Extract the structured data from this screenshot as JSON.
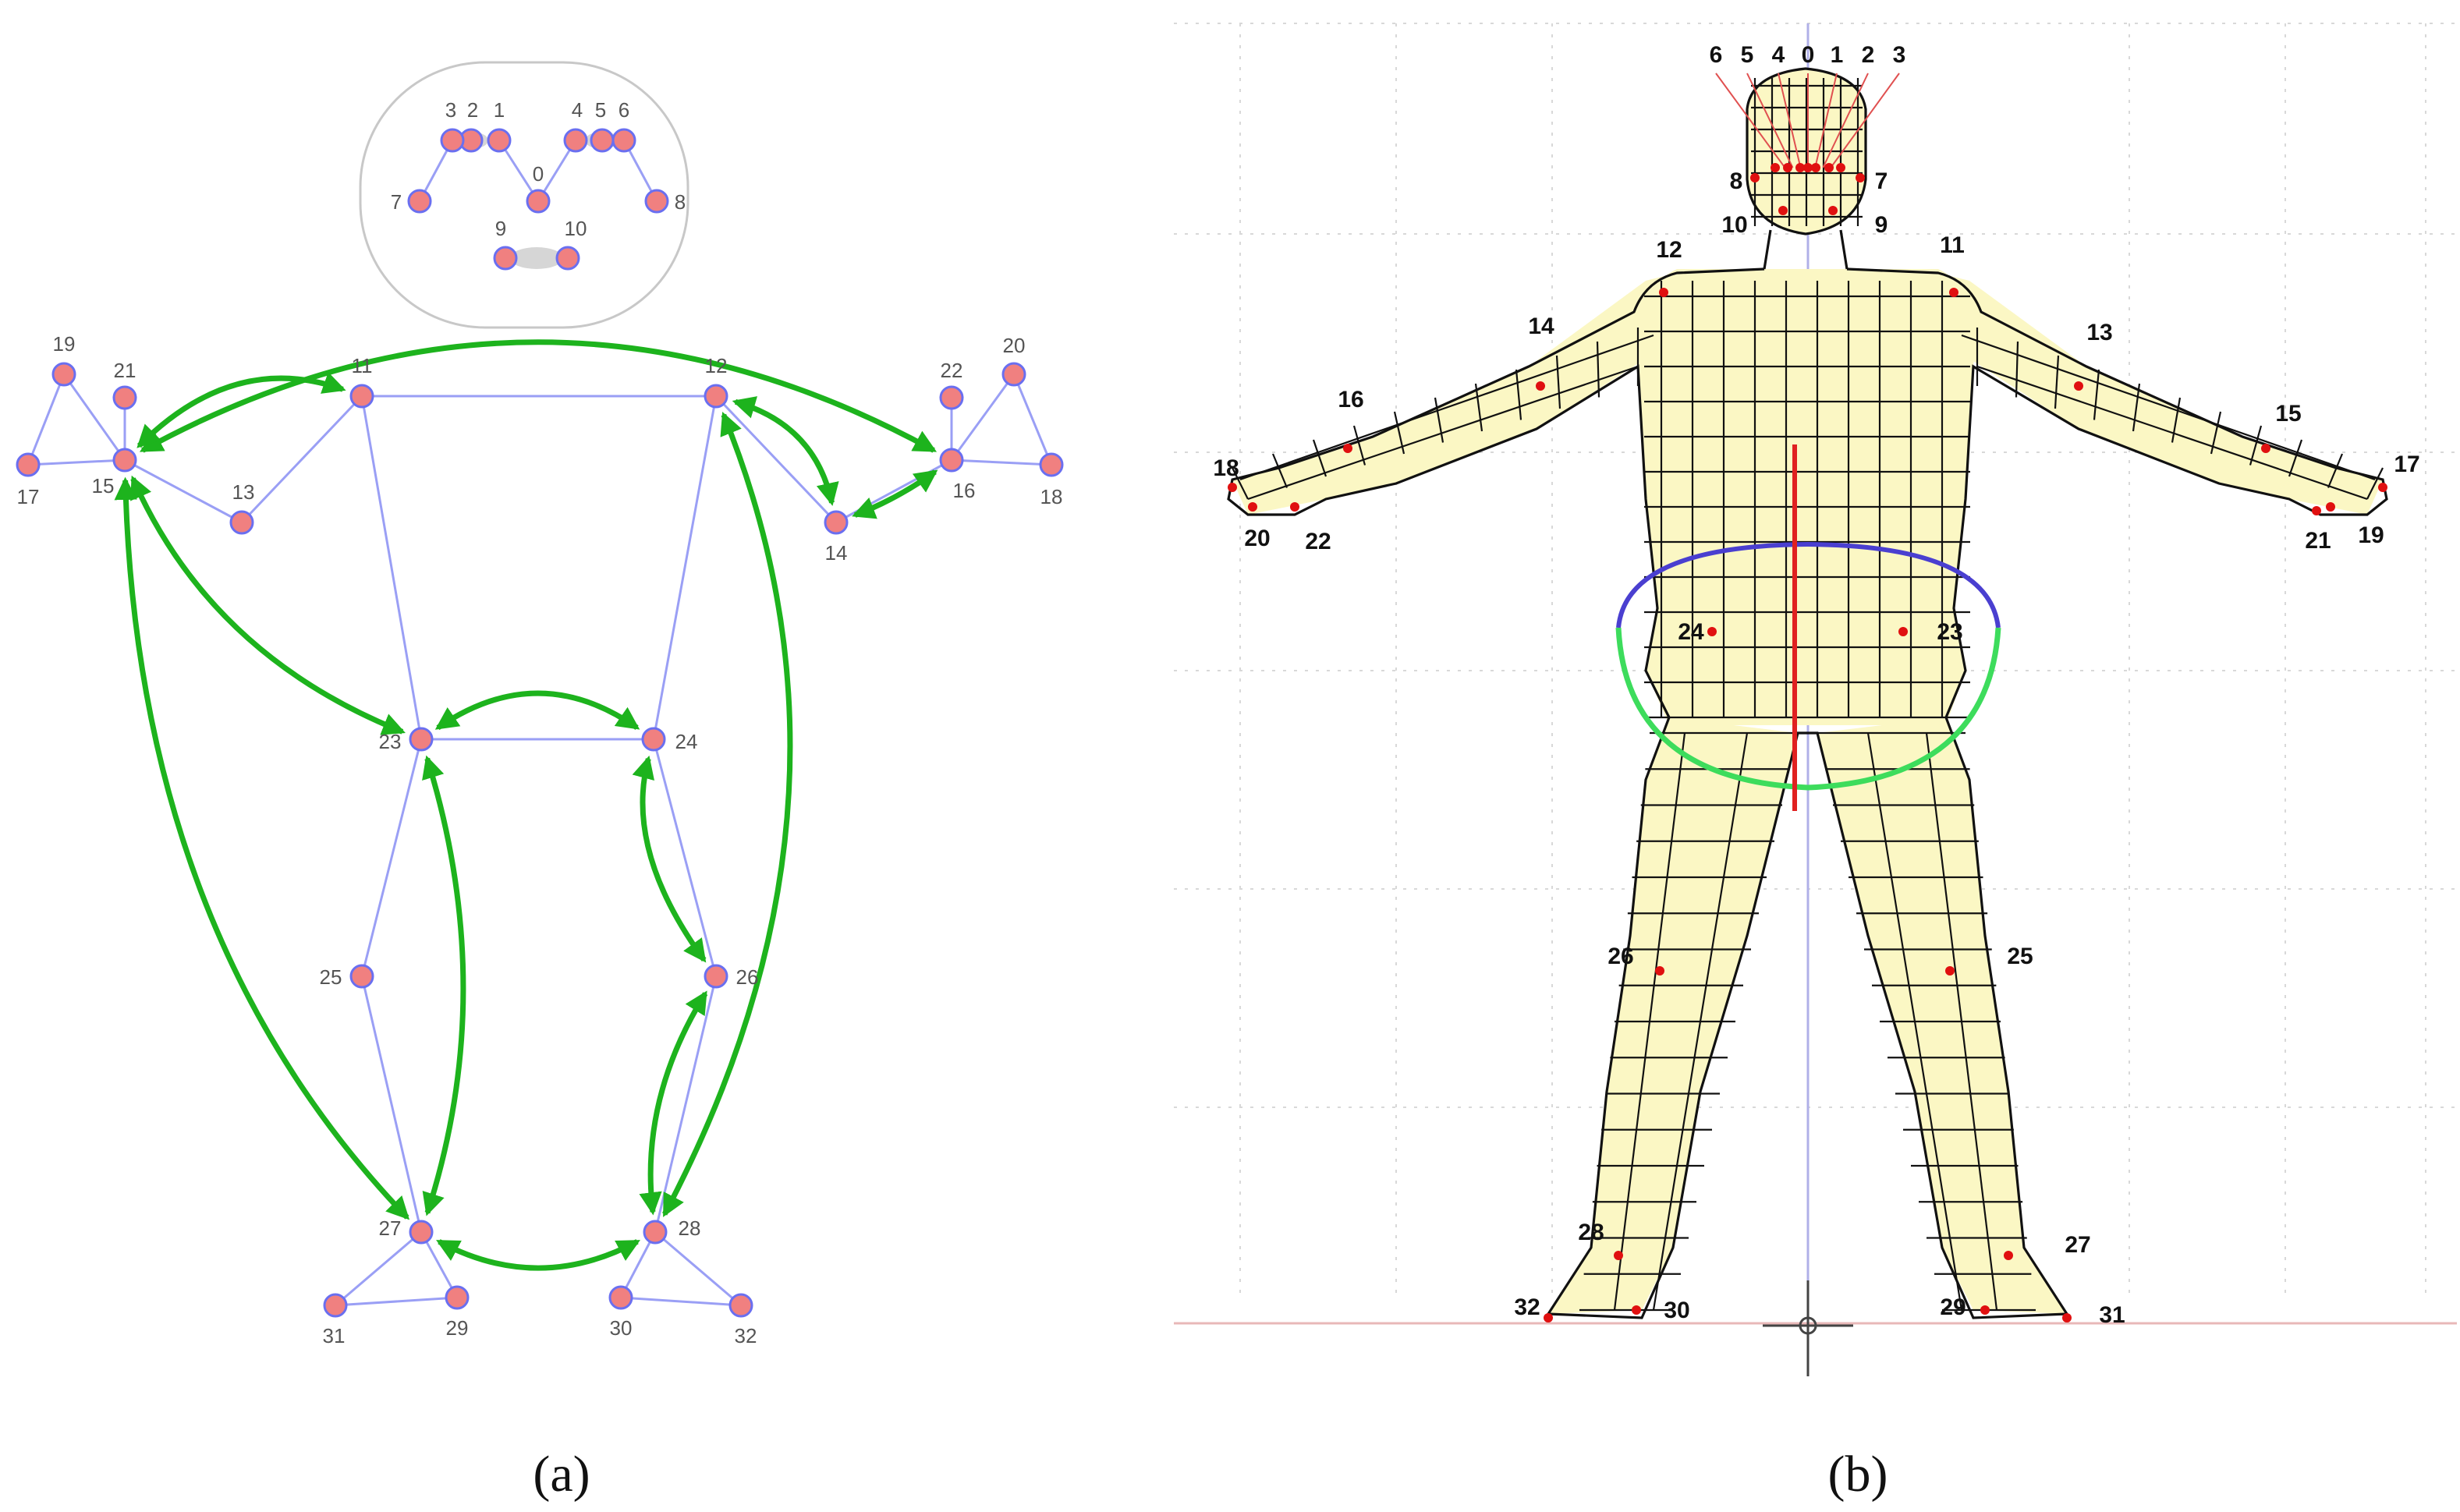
{
  "colors": {
    "skeleton_line": "#9a9ff5",
    "joint_fill": "#f08080",
    "joint_stroke": "#6a6ff0",
    "arrow": "#1db31d",
    "head_outline": "#c8c8c8",
    "mesh": "#111111",
    "landmark_dot": "#e01010",
    "pelvis_ring_top": "#4a3fd0",
    "pelvis_ring_bottom": "#3ddc5c",
    "spine_line": "#e02020"
  },
  "panel_a": {
    "caption": "(a)",
    "landmarks": [
      {
        "id": "0",
        "label": "0"
      },
      {
        "id": "1",
        "label": "1"
      },
      {
        "id": "2",
        "label": "2"
      },
      {
        "id": "3",
        "label": "3"
      },
      {
        "id": "4",
        "label": "4"
      },
      {
        "id": "5",
        "label": "5"
      },
      {
        "id": "6",
        "label": "6"
      },
      {
        "id": "7",
        "label": "7"
      },
      {
        "id": "8",
        "label": "8"
      },
      {
        "id": "9",
        "label": "9"
      },
      {
        "id": "10",
        "label": "10"
      },
      {
        "id": "11",
        "label": "11"
      },
      {
        "id": "12",
        "label": "12"
      },
      {
        "id": "13",
        "label": "13"
      },
      {
        "id": "14",
        "label": "14"
      },
      {
        "id": "15",
        "label": "15"
      },
      {
        "id": "16",
        "label": "16"
      },
      {
        "id": "17",
        "label": "17"
      },
      {
        "id": "18",
        "label": "18"
      },
      {
        "id": "19",
        "label": "19"
      },
      {
        "id": "20",
        "label": "20"
      },
      {
        "id": "21",
        "label": "21"
      },
      {
        "id": "22",
        "label": "22"
      },
      {
        "id": "23",
        "label": "23"
      },
      {
        "id": "24",
        "label": "24"
      },
      {
        "id": "25",
        "label": "25"
      },
      {
        "id": "26",
        "label": "26"
      },
      {
        "id": "27",
        "label": "27"
      },
      {
        "id": "28",
        "label": "28"
      },
      {
        "id": "29",
        "label": "29"
      },
      {
        "id": "30",
        "label": "30"
      },
      {
        "id": "31",
        "label": "31"
      },
      {
        "id": "32",
        "label": "32"
      }
    ],
    "connections": [
      [
        "0",
        "1"
      ],
      [
        "1",
        "2"
      ],
      [
        "2",
        "3"
      ],
      [
        "3",
        "7"
      ],
      [
        "0",
        "4"
      ],
      [
        "4",
        "5"
      ],
      [
        "5",
        "6"
      ],
      [
        "6",
        "8"
      ],
      [
        "9",
        "10"
      ],
      [
        "11",
        "12"
      ],
      [
        "11",
        "13"
      ],
      [
        "13",
        "15"
      ],
      [
        "15",
        "17"
      ],
      [
        "15",
        "19"
      ],
      [
        "17",
        "19"
      ],
      [
        "15",
        "21"
      ],
      [
        "12",
        "14"
      ],
      [
        "14",
        "16"
      ],
      [
        "16",
        "18"
      ],
      [
        "16",
        "20"
      ],
      [
        "18",
        "20"
      ],
      [
        "16",
        "22"
      ],
      [
        "11",
        "23"
      ],
      [
        "12",
        "24"
      ],
      [
        "23",
        "24"
      ],
      [
        "23",
        "25"
      ],
      [
        "25",
        "27"
      ],
      [
        "24",
        "26"
      ],
      [
        "26",
        "28"
      ],
      [
        "27",
        "29"
      ],
      [
        "27",
        "31"
      ],
      [
        "29",
        "31"
      ],
      [
        "28",
        "30"
      ],
      [
        "28",
        "32"
      ],
      [
        "30",
        "32"
      ]
    ],
    "correspondences": [
      [
        "15",
        "16"
      ],
      [
        "11",
        "15"
      ],
      [
        "12",
        "14"
      ],
      [
        "14",
        "16"
      ],
      [
        "15",
        "23"
      ],
      [
        "15",
        "27"
      ],
      [
        "23",
        "24"
      ],
      [
        "23",
        "27"
      ],
      [
        "24",
        "26"
      ],
      [
        "26",
        "28"
      ],
      [
        "12",
        "28"
      ],
      [
        "27",
        "28"
      ]
    ]
  },
  "panel_b": {
    "caption": "(b)",
    "landmarks": [
      {
        "id": "0",
        "label": "0"
      },
      {
        "id": "1",
        "label": "1"
      },
      {
        "id": "2",
        "label": "2"
      },
      {
        "id": "3",
        "label": "3"
      },
      {
        "id": "4",
        "label": "4"
      },
      {
        "id": "5",
        "label": "5"
      },
      {
        "id": "6",
        "label": "6"
      },
      {
        "id": "7",
        "label": "7"
      },
      {
        "id": "8",
        "label": "8"
      },
      {
        "id": "9",
        "label": "9"
      },
      {
        "id": "10",
        "label": "10"
      },
      {
        "id": "11",
        "label": "11"
      },
      {
        "id": "12",
        "label": "12"
      },
      {
        "id": "13",
        "label": "13"
      },
      {
        "id": "14",
        "label": "14"
      },
      {
        "id": "15",
        "label": "15"
      },
      {
        "id": "16",
        "label": "16"
      },
      {
        "id": "17",
        "label": "17"
      },
      {
        "id": "18",
        "label": "18"
      },
      {
        "id": "19",
        "label": "19"
      },
      {
        "id": "20",
        "label": "20"
      },
      {
        "id": "21",
        "label": "21"
      },
      {
        "id": "22",
        "label": "22"
      },
      {
        "id": "23",
        "label": "23"
      },
      {
        "id": "24",
        "label": "24"
      },
      {
        "id": "25",
        "label": "25"
      },
      {
        "id": "26",
        "label": "26"
      },
      {
        "id": "27",
        "label": "27"
      },
      {
        "id": "28",
        "label": "28"
      },
      {
        "id": "29",
        "label": "29"
      },
      {
        "id": "30",
        "label": "30"
      },
      {
        "id": "31",
        "label": "31"
      },
      {
        "id": "32",
        "label": "32"
      }
    ]
  }
}
